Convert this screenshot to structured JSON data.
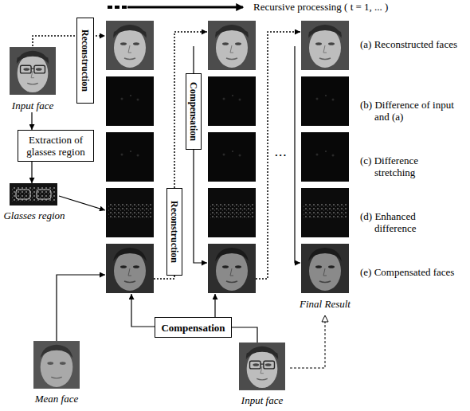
{
  "diagram": {
    "nodes": [
      {
        "text": [
          "Input face"
        ]
      },
      {
        "text": [
          "Reconstruction"
        ]
      },
      {
        "text": [
          "Extraction of glasses region"
        ]
      },
      {
        "text": [
          "Glasses region"
        ]
      },
      {
        "text": [
          "Compensation"
        ]
      },
      {
        "text": [
          "Reconstruction"
        ]
      },
      {
        "text": [
          "Compensation"
        ]
      },
      {
        "text": [
          "Mean face"
        ]
      },
      {
        "text": [
          "Input face"
        ]
      }
    ],
    "edges": [
      {
        "from": 0,
        "to": 1,
        "arrow": "none"
      },
      {
        "from": 0,
        "to": 2,
        "arrow": "to"
      },
      {
        "from": 2,
        "to": 3,
        "arrow": "to"
      },
      {
        "from": 8,
        "to": 6,
        "arrow": "none"
      }
    ],
    "labels": [
      "Recursive processing ( t = 1, ... )",
      "(a) Reconstructed faces",
      "(b) Difference of input and (a)",
      "(c) Difference stretching",
      "(d) Enhanced difference",
      "(e) Compensated faces",
      "Final Result",
      "..."
    ]
  }
}
